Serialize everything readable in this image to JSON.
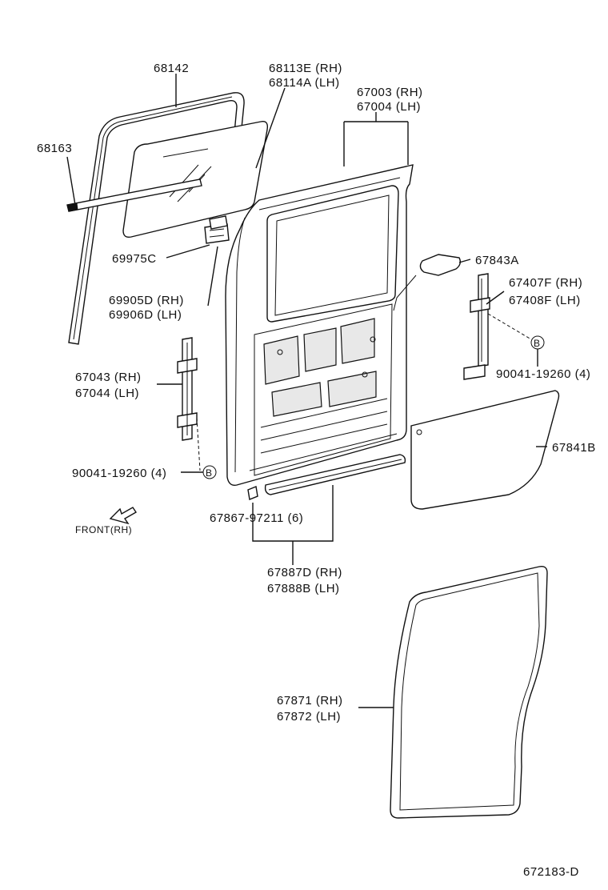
{
  "labels": {
    "p68142": "68142",
    "p68113E": "68113E (RH)",
    "p68114A": "68114A (LH)",
    "p67003": "67003 (RH)",
    "p67004": "67004 (LH)",
    "p68163": "68163",
    "p69975C": "69975C",
    "p69905D": "69905D (RH)",
    "p69906D": "69906D (LH)",
    "p67843A": "67843A",
    "p67407F": "67407F (RH)",
    "p67408F": "67408F (LH)",
    "p90041_right": "90041-19260 (4)",
    "p67043": "67043 (RH)",
    "p67044": "67044 (LH)",
    "p67841B": "67841B",
    "p90041_left": "90041-19260 (4)",
    "front": "FRONT(RH)",
    "p67867": "67867-97211 (6)",
    "p67887D": "67887D (RH)",
    "p67888B": "67888B (LH)",
    "p67871": "67871 (RH)",
    "p67872": "67872 (LH)",
    "ref_b": "B",
    "figure_code": "672183-D"
  }
}
